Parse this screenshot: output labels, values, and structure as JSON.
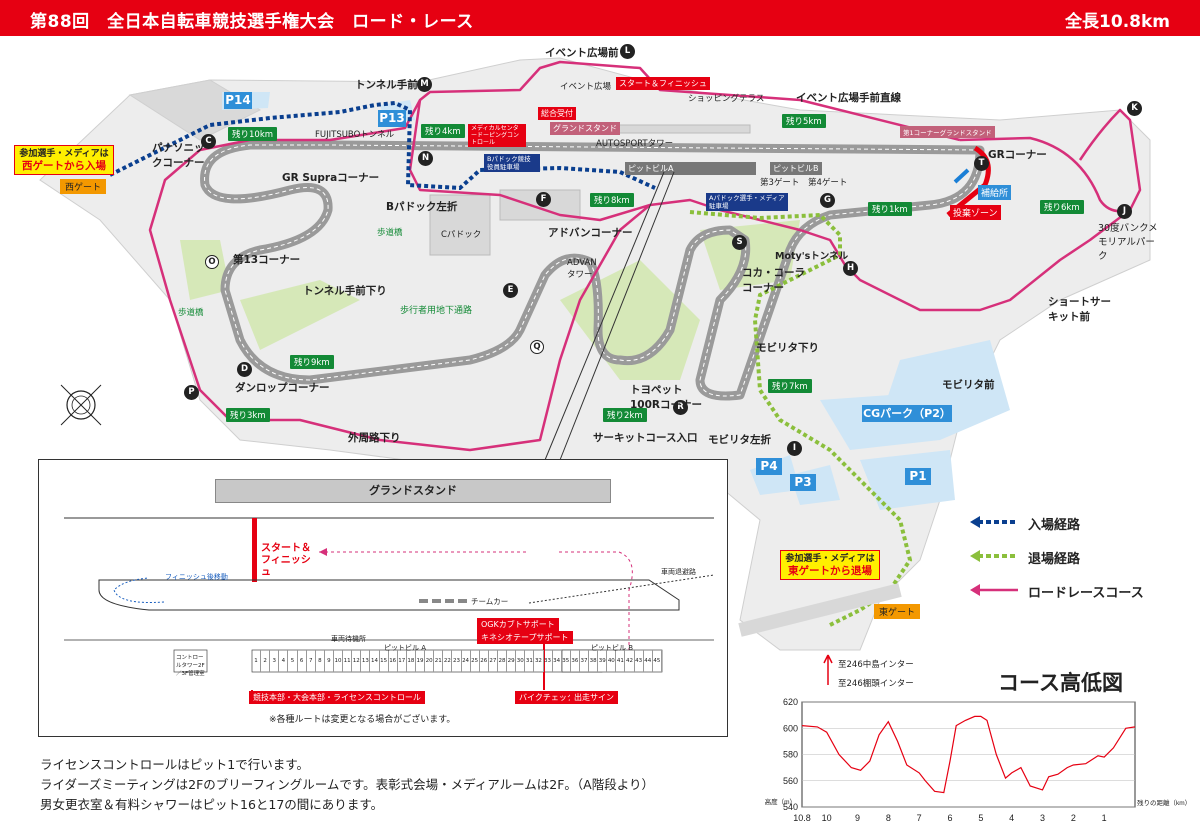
{
  "header": {
    "title": "第88回　全日本自転車競技選手権大会　ロード・レース",
    "length": "全長10.8km"
  },
  "parking": {
    "p14": "P14",
    "p13": "P13",
    "p4": "P4",
    "p3": "P3",
    "p1": "P1",
    "cg": "CGパーク（P2）"
  },
  "corners": {
    "L": "L",
    "M": "M",
    "N": "N",
    "C": "C",
    "O": "O",
    "D": "D",
    "P": "P",
    "F": "F",
    "E": "E",
    "Q": "Q",
    "R": "R",
    "G": "G",
    "S": "S",
    "H": "H",
    "I": "I",
    "K": "K",
    "J": "J",
    "T": "T"
  },
  "labels": {
    "event_front": "イベント広場前",
    "event_plaza": "イベント広場",
    "start_finish": "スタート＆フィニッシュ",
    "shopping": "ショッピングテラス",
    "event_straight": "イベント広場手前直線",
    "tunnel_front": "トンネル手前",
    "reception": "総合受付",
    "grandstand": "グランドスタンド",
    "fujitsubo": "FUJITSUBOトンネル",
    "advan_sport": "AUTOSPORTタワー",
    "medical": "メディカルセンタードーピングコントロール",
    "b_paddock_parking": "Bパドック競技役員駐車場",
    "pit_a": "ピットビルA",
    "pit_b": "ピットビルB",
    "gate3": "第3ゲート",
    "gate4": "第4ゲート",
    "gr_corner": "GRコーナー",
    "supply": "補給所",
    "abandon": "投棄ゾーン",
    "panasonic": "パナソニックコーナー",
    "nishi_gate": "西ゲート",
    "gr_supra": "GR Supraコーナー",
    "b_paddock_left": "Bパドック左折",
    "c_paddock": "Cパドック",
    "a_paddock": "Aパドック選手・メディア駐車場",
    "footbridge": "歩道橋",
    "footbridge2": "歩道橋",
    "corner13": "第13コーナー",
    "tunnel_down": "トンネル手前下り",
    "advan_corner": "アドバンコーナー",
    "advan_tower": "ADVANタワー",
    "underpass": "歩行者用地下通路",
    "dunlop": "ダンロップコーナー",
    "outer_down": "外周路下り",
    "motys": "Moty'sトンネル",
    "cocacola": "コカ・コーラコーナー",
    "mobility_down": "モビリタ下り",
    "toyopet": "トヨペット100Rコーナー",
    "circuit_entry": "サーキットコース入口",
    "mobility_left": "モビリタ左折",
    "mobility_front": "モビリタ前",
    "short_circuit": "ショートサーキット前",
    "memorial": "30度バンクメモリアルパーク",
    "first_corner": "第1コーナーグランドスタンド",
    "east_gate": "東ゲート",
    "to246a": "至246中島インター",
    "to246b": "至246棚頭インター"
  },
  "km_marks": {
    "k10": "残り10km",
    "k9": "残り9km",
    "k8": "残り8km",
    "k7": "残り7km",
    "k6": "残り6km",
    "k5": "残り5km",
    "k4": "残り4km",
    "k3": "残り3km",
    "k2": "残り2km",
    "k1": "残り1km"
  },
  "notes": {
    "west_line1": "参加選手・メディアは",
    "west_line2": "西ゲートから入場",
    "east_line1": "参加選手・メディアは",
    "east_line2": "東ゲートから退場"
  },
  "legend": {
    "entry": "入場経路",
    "exit": "退場経路",
    "course": "ロードレースコース",
    "entry_color": "#0a3f8f",
    "exit_color": "#8bbf3c",
    "course_color": "#d6307a"
  },
  "inset": {
    "grandstand": "グランドスタンド",
    "start_finish": "スタート＆フィニッシュ",
    "finish_move": "フィニッシュ後移動",
    "team_car": "チームカー",
    "vehicle_exit": "車両退避路",
    "vehicle_wait": "車両待機所",
    "pit_a": "ピットビル A",
    "pit_b": "ピットビル B",
    "control_tower": "コントロールタワー2F／3F管理室",
    "ogk": "OGKカブトサポート",
    "kinesio": "キネシオテープサポート",
    "hq": "競技本部・大会本部・ライセンスコントロール",
    "bike_check": "バイクチェック",
    "sign_out": "出走サイン",
    "disclaimer": "※各種ルートは変更となる場合がございます。",
    "pit_numbers": [
      "1",
      "2",
      "3",
      "4",
      "5",
      "6",
      "7",
      "8",
      "9",
      "10",
      "11",
      "12",
      "13",
      "14",
      "15",
      "16",
      "17",
      "18",
      "19",
      "20",
      "21",
      "22",
      "23",
      "24",
      "25",
      "26",
      "27",
      "28",
      "29",
      "30",
      "31",
      "32",
      "33",
      "34",
      "35",
      "36",
      "37",
      "38",
      "39",
      "40",
      "41",
      "42",
      "43",
      "44",
      "45"
    ]
  },
  "footer": {
    "line1": "ライセンスコントロールはピット1で行います。",
    "line2": "ライダーズミーティングは2Fのブリーフィングルームです。表彰式会場・メディアルームは2F。（A階段より）",
    "line3": "男女更衣室＆有料シャワーはピット16と17の間にあります。"
  },
  "chart_data": {
    "type": "line",
    "title": "コース高低図",
    "xlabel": "残りの距離（km）",
    "ylabel": "高度（m）",
    "x_ticks": [
      "10.8",
      "10",
      "9",
      "8",
      "7",
      "6",
      "5",
      "4",
      "3",
      "2",
      "1"
    ],
    "ylim": [
      540,
      620
    ],
    "y_ticks": [
      540,
      560,
      580,
      600,
      620
    ],
    "x": [
      10.8,
      10.3,
      10.0,
      9.6,
      9.2,
      8.9,
      8.6,
      8.3,
      8.0,
      7.7,
      7.4,
      7.0,
      6.8,
      6.5,
      6.2,
      6.0,
      5.8,
      5.5,
      5.2,
      5.0,
      4.8,
      4.5,
      4.2,
      4.0,
      3.7,
      3.4,
      3.0,
      2.8,
      2.5,
      2.2,
      2.0,
      1.6,
      1.2,
      1.0,
      0.7,
      0.3,
      0.0
    ],
    "y": [
      602,
      601,
      597,
      580,
      570,
      568,
      575,
      595,
      605,
      590,
      572,
      566,
      560,
      552,
      551,
      575,
      602,
      606,
      609,
      609,
      606,
      580,
      562,
      566,
      570,
      556,
      553,
      563,
      565,
      570,
      572,
      573,
      579,
      578,
      585,
      600,
      601
    ]
  }
}
